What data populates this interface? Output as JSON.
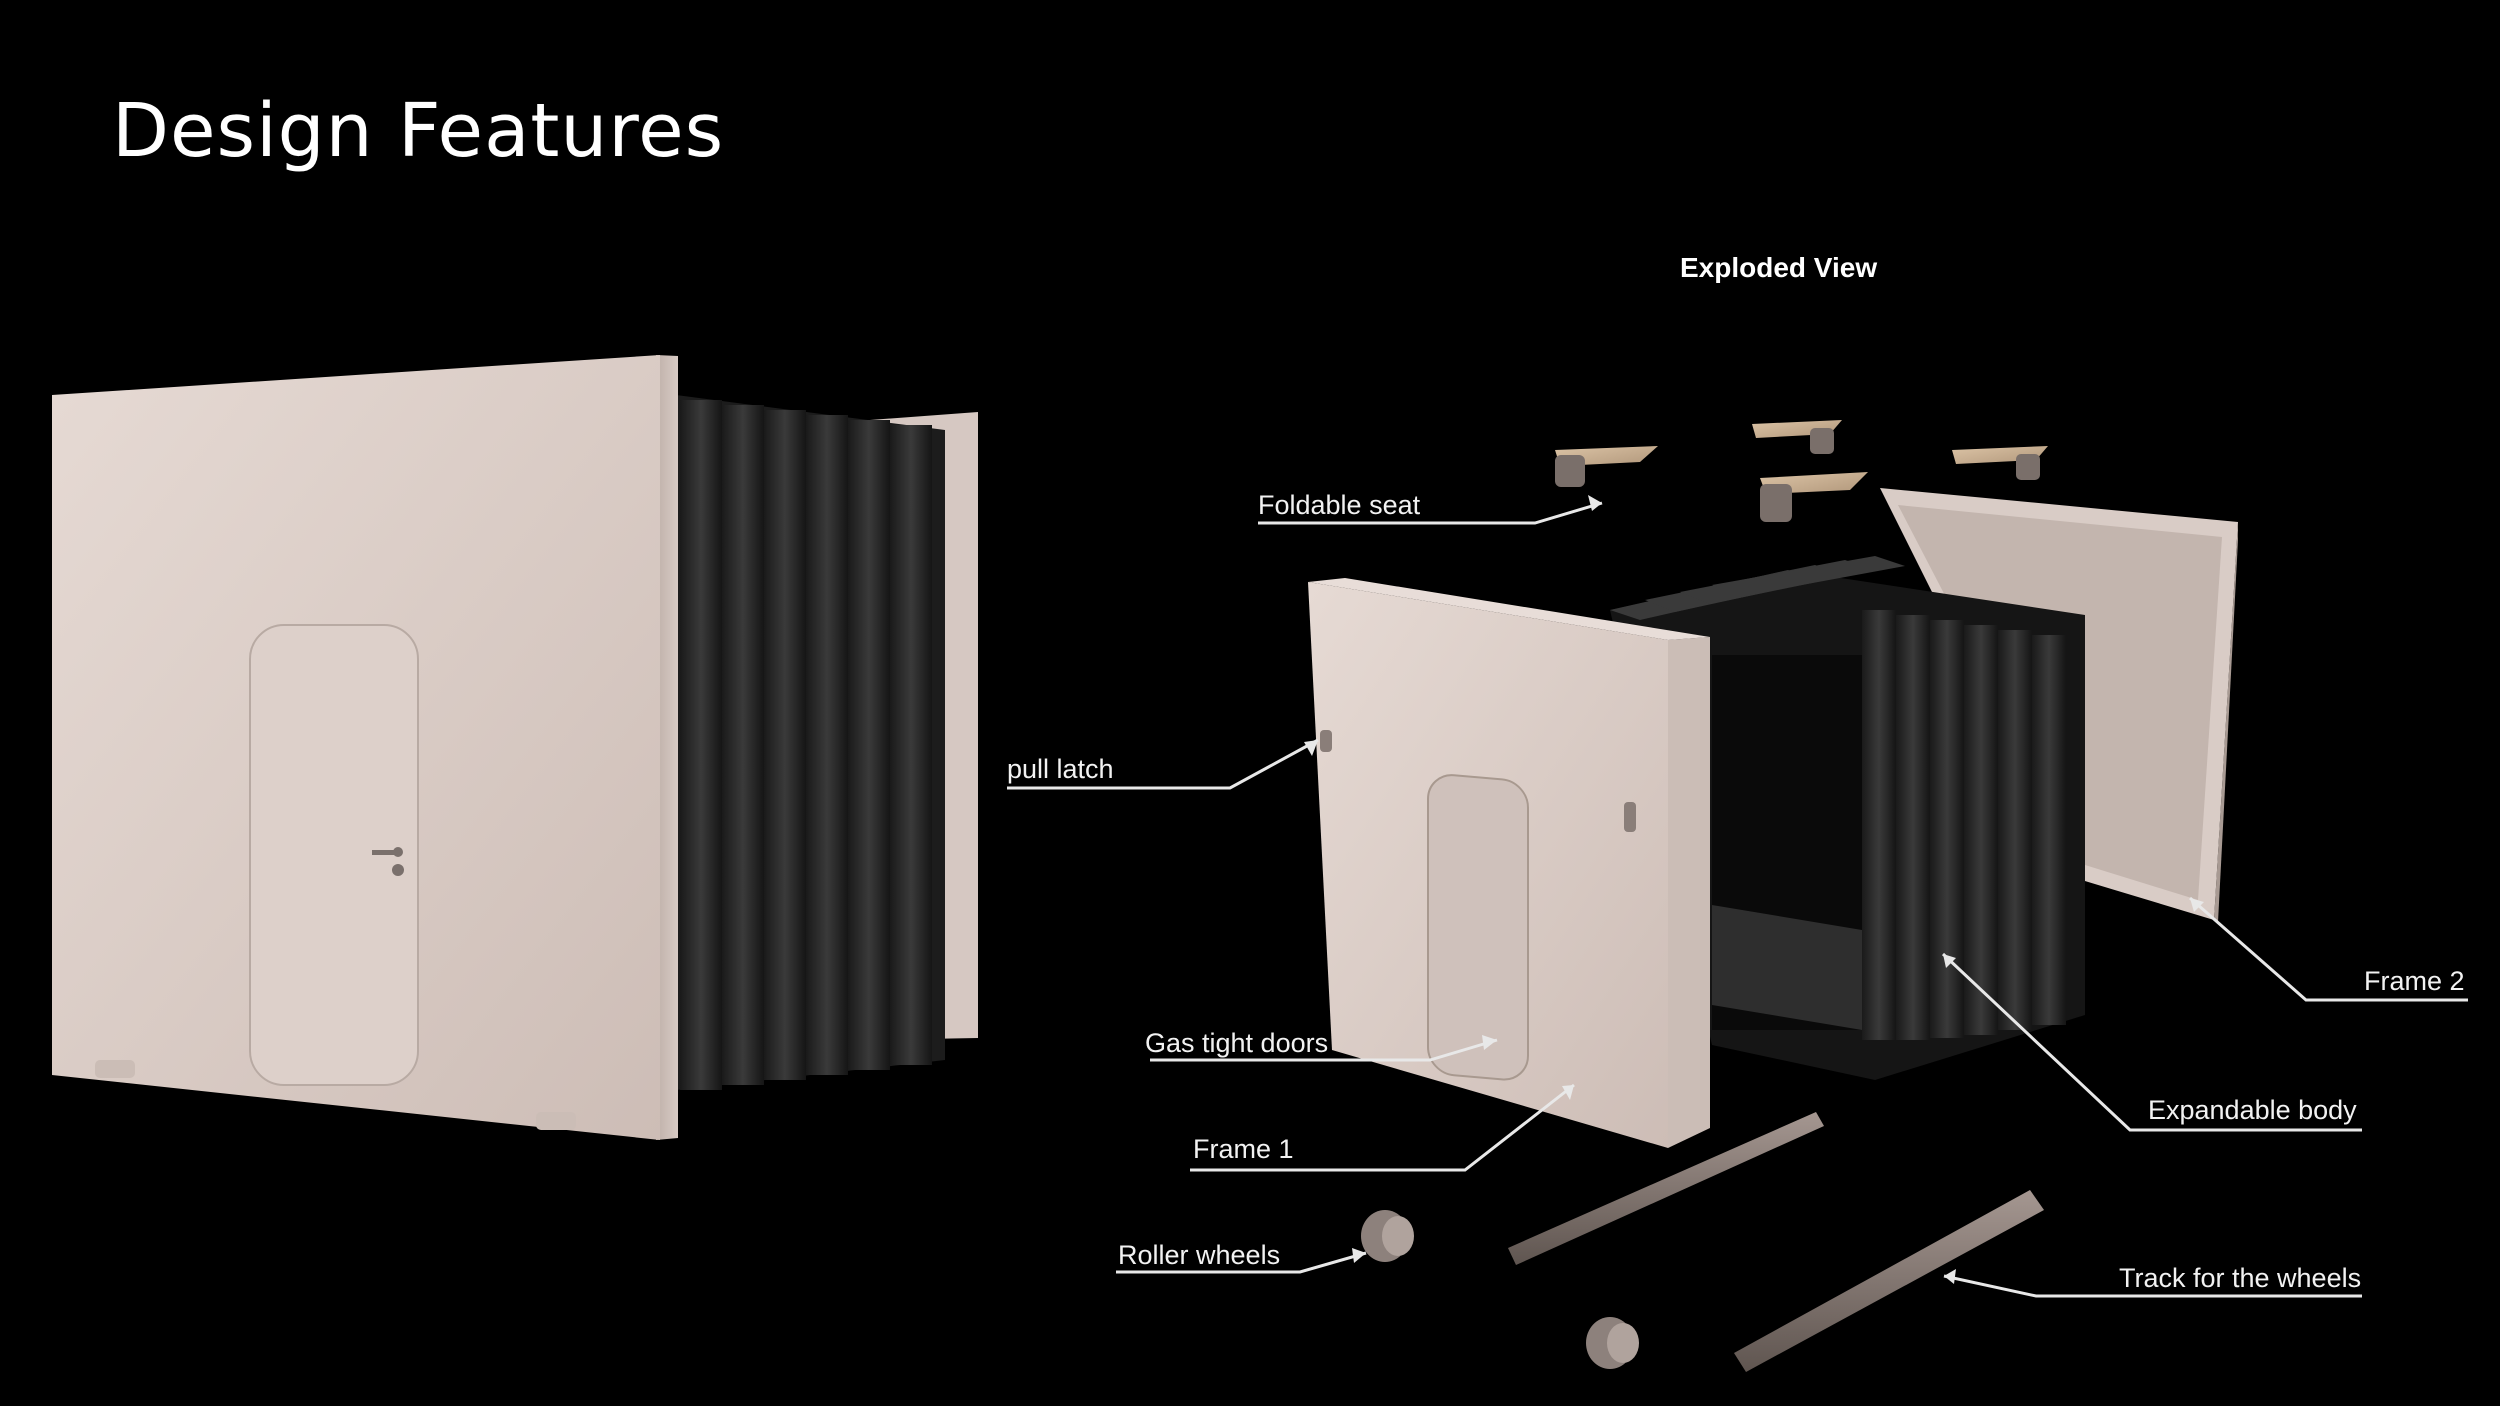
{
  "slide": {
    "title": "Design Features",
    "subtitle": "Exploded View"
  },
  "callouts": {
    "foldable_seat": "Foldable seat",
    "pull_latch": "pull latch",
    "gas_tight_doors": "Gas tight doors",
    "frame_1": "Frame 1",
    "roller_wheels": "Roller wheels",
    "frame_2": "Frame 2",
    "expandable_body": "Expandable body",
    "track": "Track for the wheels"
  },
  "colors": {
    "background": "#000000",
    "panel": "#e2d5cf",
    "bellows": "#2b2b2b",
    "seat": "#c9ae8f",
    "label": "#f2f2f2"
  }
}
